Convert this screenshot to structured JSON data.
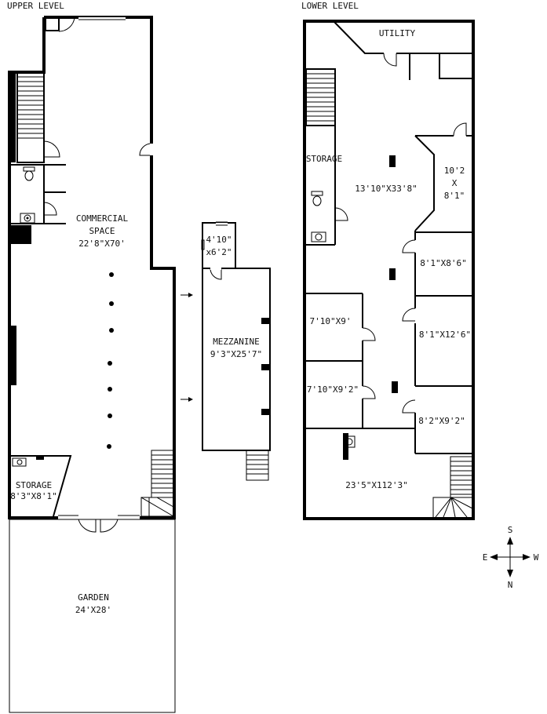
{
  "titles": {
    "upper": "UPPER LEVEL",
    "lower": "LOWER LEVEL"
  },
  "upper": {
    "commercial_line1": "COMMERCIAL",
    "commercial_line2": "SPACE",
    "commercial_dims": "22'8\"X70'",
    "storage_label": "STORAGE",
    "storage_dims": "8'3\"X8'1\"",
    "garden_label": "GARDEN",
    "garden_dims": "24'X28'"
  },
  "mezzanine": {
    "small_line1": "4'10\"",
    "small_line2": "x6'2\"",
    "label": "MEZZANINE",
    "dims": "9'3\"X25'7\""
  },
  "lower": {
    "utility": "UTILITY",
    "storage": "STORAGE",
    "main_dims": "13'10\"X33'8\"",
    "r1_line1": "10'2",
    "r1_line2": "X",
    "r1_line3": "8'1\"",
    "r2": "8'1\"X8'6\"",
    "r3": "7'10\"X9'",
    "r4": "8'1\"X12'6\"",
    "r5": "7'10\"X9'2\"",
    "r6": "8'2\"X9'2\"",
    "bottom": "23'5\"X112'3\""
  },
  "compass": {
    "s": "S",
    "n": "N",
    "e": "E",
    "w": "W"
  }
}
